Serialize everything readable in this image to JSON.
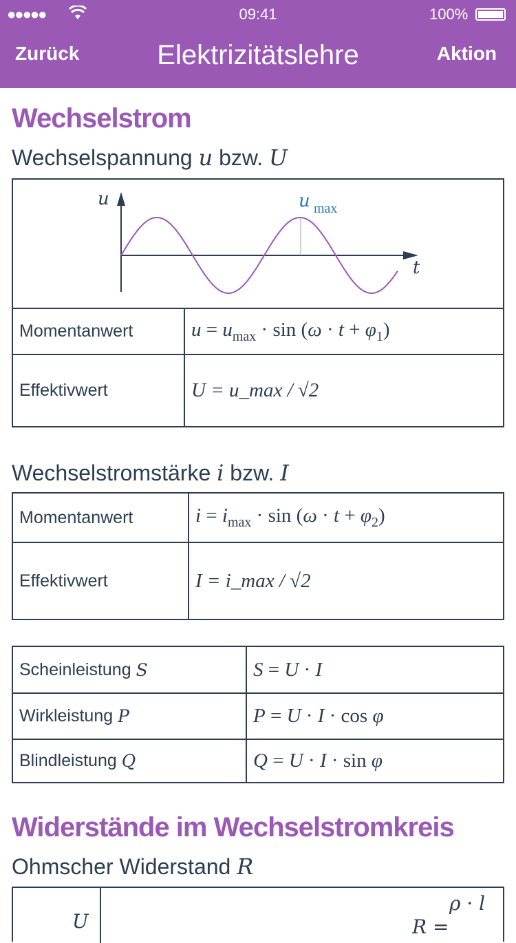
{
  "status": {
    "time": "09:41",
    "battery": "100%"
  },
  "nav": {
    "back": "Zurück",
    "title": "Elektrizitätslehre",
    "action": "Aktion"
  },
  "section1": {
    "title": "Wechselstrom",
    "voltage": {
      "label": "Wechselspannung",
      "sym1": "u",
      "bzw": "bzw.",
      "sym2": "U",
      "graph": {
        "y_axis": "u",
        "x_axis": "t",
        "peak_label": "u",
        "peak_sub": "max",
        "color": "#9b59b6",
        "label_color": "#2a7ab9"
      },
      "rows": [
        {
          "name": "Momentanwert",
          "formula": "u = u_max · sin(ω · t + φ1)"
        },
        {
          "name": "Effektivwert",
          "formula": "U = u_max / √2"
        }
      ]
    },
    "current": {
      "label": "Wechselstromstärke",
      "sym1": "i",
      "bzw": "bzw.",
      "sym2": "I",
      "rows": [
        {
          "name": "Momentanwert",
          "formula": "i = i_max · sin(ω · t + φ2)"
        },
        {
          "name": "Effektivwert",
          "formula": "I = i_max / √2"
        }
      ]
    },
    "power": [
      {
        "name": "Scheinleistung",
        "sym": "S",
        "formula": "S = U · I"
      },
      {
        "name": "Wirkleistung",
        "sym": "P",
        "formula": "P = U · I · cos φ"
      },
      {
        "name": "Blindleistung",
        "sym": "Q",
        "formula": "Q = U · I · sin φ"
      }
    ]
  },
  "section2": {
    "title": "Widerstände im Wechselstromkreis",
    "sub": {
      "label": "Ohmscher Widerstand",
      "sym": "R"
    },
    "partial": {
      "left": "U",
      "right_lhs": "R =",
      "right_num": "ρ · l"
    }
  }
}
